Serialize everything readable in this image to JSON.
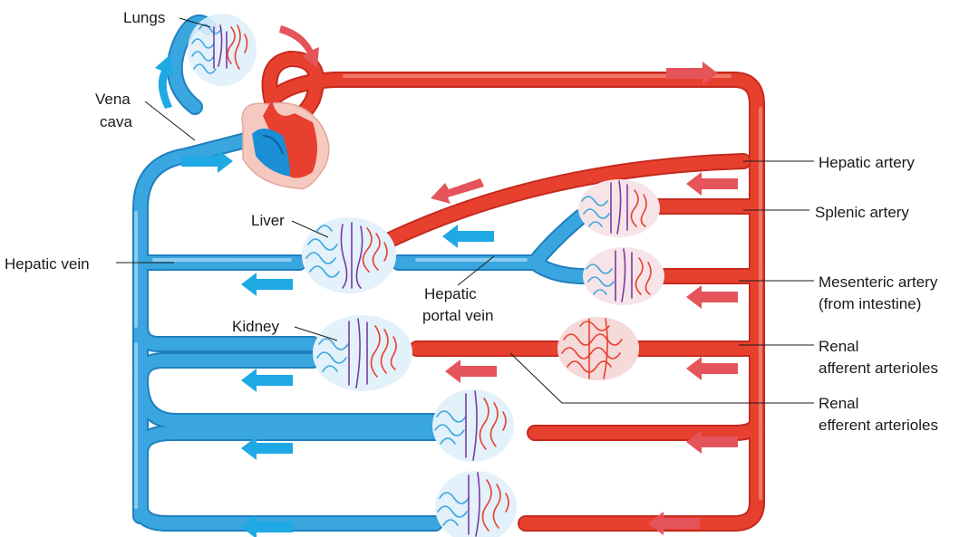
{
  "colors": {
    "artery": "#e8402f",
    "artery_dark": "#c42a1e",
    "vein": "#3aa6df",
    "vein_dark": "#1f7fbf",
    "capillary_mix": "#7b3aa0",
    "arrow_red": "#e5545a",
    "arrow_blue": "#1ea9e4",
    "heart_sac": "#f5c9c0"
  },
  "icons": {
    "flow_arrow": "flow-arrow-icon",
    "curved_arrow": "curved-flow-arrow-icon",
    "heart": "heart-icon",
    "capillary_bed": "capillary-bed-icon"
  },
  "labels": {
    "lungs": "Lungs",
    "vena_cava_line1": "Vena",
    "vena_cava_line2": "cava",
    "hepatic_vein": "Hepatic vein",
    "liver": "Liver",
    "kidney": "Kidney",
    "hepatic_portal_line1": "Hepatic",
    "hepatic_portal_line2": "portal vein",
    "hepatic_artery": "Hepatic artery",
    "splenic_artery": "Splenic artery",
    "mesenteric_line1": "Mesenteric artery",
    "mesenteric_line2": "(from intestine)",
    "renal_aff_line1": "Renal",
    "renal_aff_line2": "afferent arterioles",
    "renal_eff_line1": "Renal",
    "renal_eff_line2": "efferent arterioles"
  }
}
